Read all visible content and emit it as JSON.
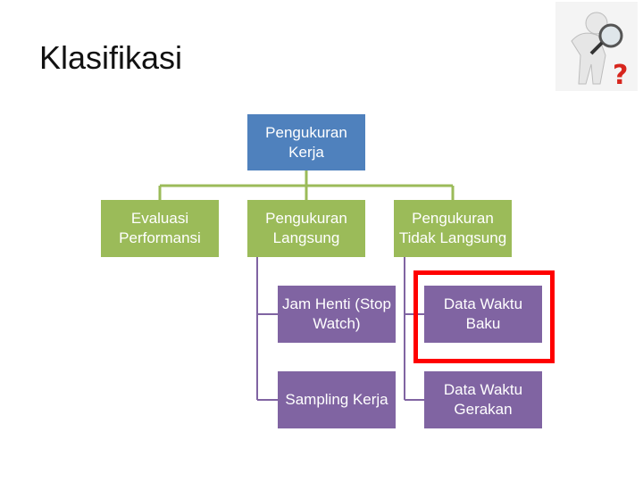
{
  "title": "Klasifikasi",
  "colors": {
    "root": "#4f81bd",
    "level1": "#9bbb59",
    "level2": "#8064a2",
    "connector_green": "#9bbb59",
    "connector_purple": "#8064a2",
    "highlight": "#ff0000"
  },
  "logo_icon": "figure-with-magnifier-and-question-mark-icon",
  "nodes": {
    "root": "Pengukuran\nKerja",
    "evaluasi": "Evaluasi\nPerformansi",
    "langsung": "Pengukuran\nLangsung",
    "tidak_langsung": "Pengukuran\nTidak Langsung",
    "jam_henti": "Jam Henti (Stop\nWatch)",
    "sampling": "Sampling Kerja",
    "waktu_baku": "Data Waktu\nBaku",
    "waktu_gerakan": "Data Waktu\nGerakan"
  }
}
